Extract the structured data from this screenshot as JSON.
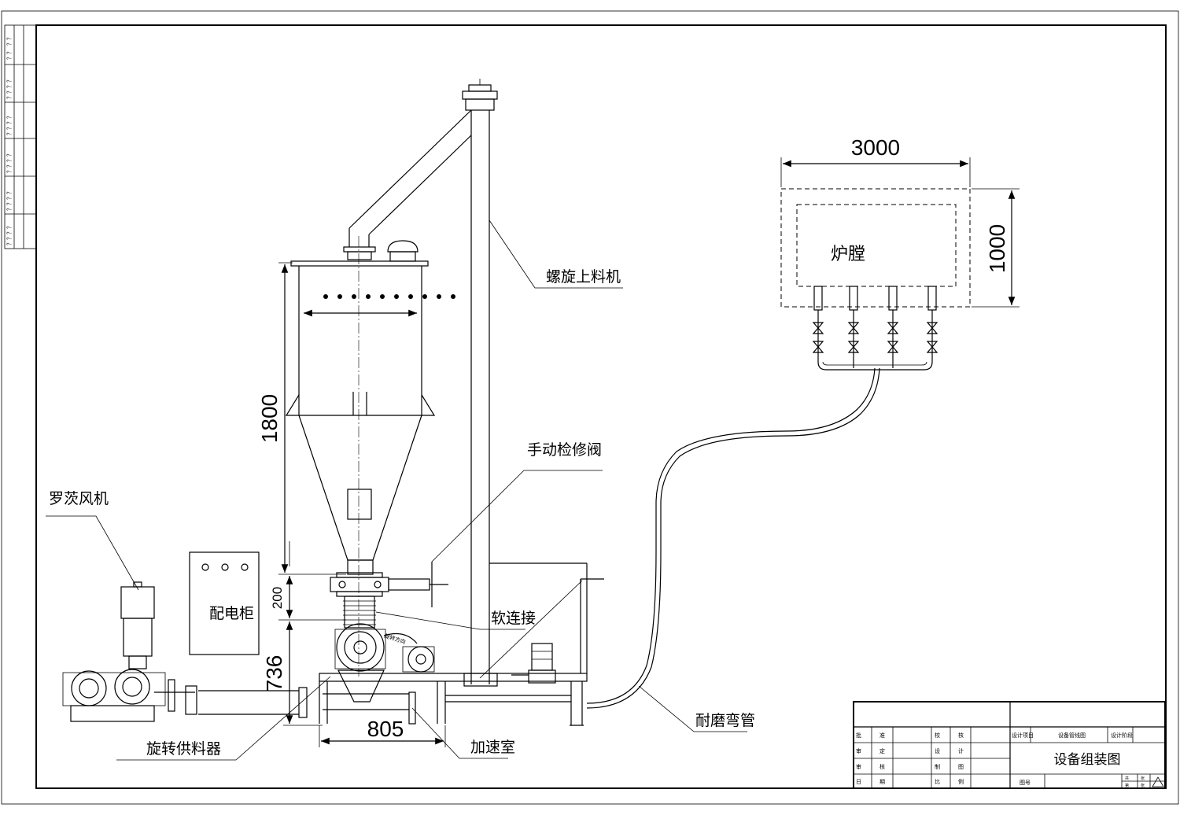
{
  "labels": {
    "screw_feeder": "螺旋上料机",
    "furnace": "炉膛",
    "manual_valve": "手动检修阀",
    "roots_blower": "罗茨风机",
    "control_cabinet": "配电柜",
    "soft_connector": "软连接",
    "wear_bend": "耐磨弯管",
    "rotary_feeder": "旋转供料器",
    "accel_chamber": "加速室",
    "rotation_note": "旋转方向"
  },
  "dimensions": {
    "furnace_width": "3000",
    "furnace_height": "1000",
    "silo_height": "1800",
    "valve_gap": "200",
    "feeder_height": "736",
    "base_width": "805"
  },
  "side_strip": [
    "？？",
    "？？",
    "？？",
    "？？",
    "？？",
    "？？",
    "？？",
    "？？",
    "？？",
    "？？",
    "？？",
    "？？"
  ],
  "title_block": {
    "left_rows": [
      [
        "批",
        "准",
        "",
        "校",
        "核"
      ],
      [
        "审",
        "定",
        "",
        "设",
        "计"
      ],
      [
        "审",
        "核",
        "",
        "制",
        "图"
      ],
      [
        "日",
        "期",
        "",
        "比",
        "例"
      ]
    ],
    "project_label": "设计项目",
    "project_value": "设备管线图",
    "stage_label": "设计阶段",
    "drawing_title": "设备组装图",
    "drawing_no_label": "图号",
    "sheet_labels": [
      "共",
      "张",
      "第",
      "张"
    ]
  }
}
